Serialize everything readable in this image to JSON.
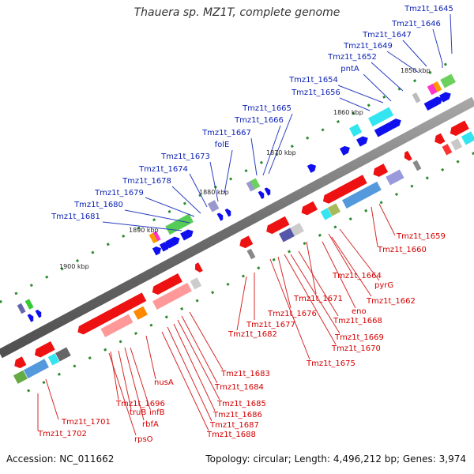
{
  "title": "Thauera sp. MZ1T, complete genome",
  "accession": "Accession: NC_011662",
  "summary": "Topology: circular; Length: 4,496,212 bp; Genes: 3,974",
  "colors": {
    "backbone": "#7d7d7d",
    "plus_label": "#0a1fb5",
    "minus_label": "#d40000",
    "plus_line": "#2b3fbf",
    "minus_line": "#d62a2a",
    "tick": "#2d8a2d"
  },
  "ruler": [
    "1850 kbp",
    "1860 kbp",
    "1870 kbp",
    "1880 kbp",
    "1890 kbp",
    "1900 kbp"
  ],
  "labels_plus": [
    "Tmz1t_1645",
    "Tmz1t_1646",
    "Tmz1t_1647",
    "Tmz1t_1649",
    "Tmz1t_1652",
    "pntA",
    "Tmz1t_1654",
    "Tmz1t_1656",
    "Tmz1t_1665",
    "Tmz1t_1666",
    "Tmz1t_1667",
    "folE",
    "Tmz1t_1673",
    "Tmz1t_1674",
    "Tmz1t_1678",
    "Tmz1t_1679",
    "Tmz1t_1680",
    "Tmz1t_1681"
  ],
  "labels_minus": [
    "Tmz1t_1659",
    "Tmz1t_1660",
    "pyrG",
    "Tmz1t_1664",
    "Tmz1t_1662",
    "eno",
    "Tmz1t_1671",
    "Tmz1t_1668",
    "Tmz1t_1669",
    "Tmz1t_1670",
    "Tmz1t_1676",
    "Tmz1t_1675",
    "Tmz1t_1677",
    "Tmz1t_1682",
    "Tmz1t_1683",
    "Tmz1t_1684",
    "nusA",
    "Tmz1t_1685",
    "Tmz1t_1686",
    "Tmz1t_1687",
    "Tmz1t_1688",
    "infB",
    "rbfA",
    "truB",
    "Tmz1t_1696",
    "rpsO",
    "Tmz1t_1701",
    "Tmz1t_1702"
  ]
}
